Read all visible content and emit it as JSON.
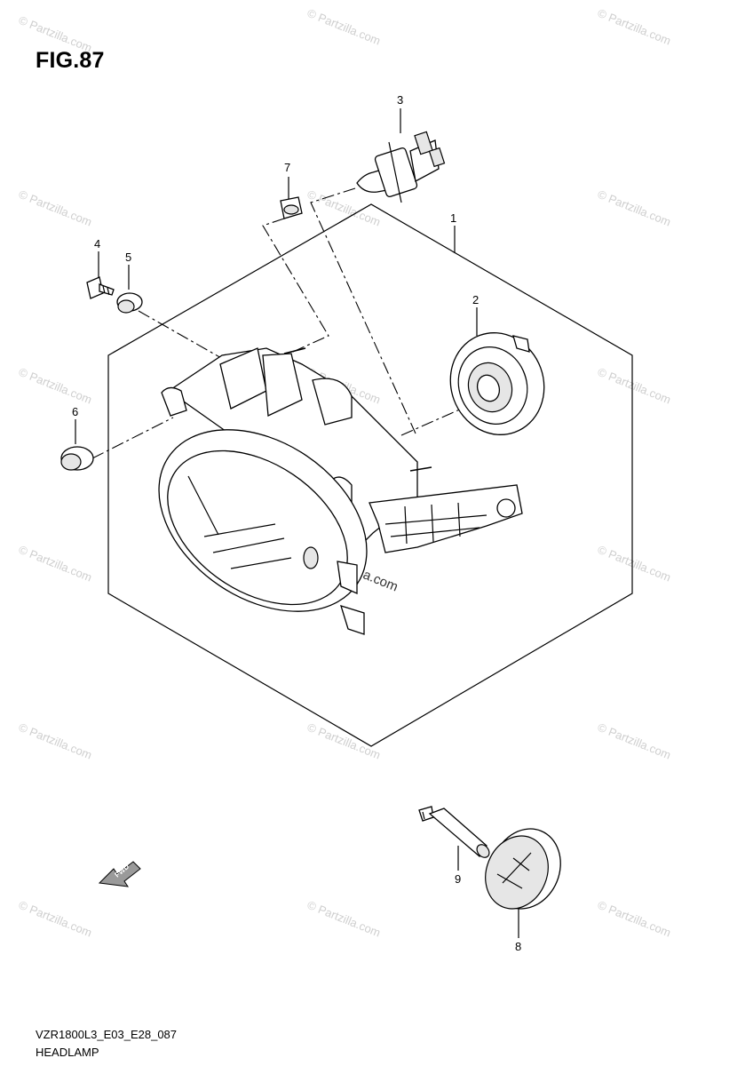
{
  "figure": {
    "title": "FIG.87"
  },
  "callouts": [
    {
      "id": "1",
      "label": "1"
    },
    {
      "id": "2",
      "label": "2"
    },
    {
      "id": "3",
      "label": "3"
    },
    {
      "id": "4",
      "label": "4"
    },
    {
      "id": "5",
      "label": "5"
    },
    {
      "id": "6",
      "label": "6"
    },
    {
      "id": "7",
      "label": "7"
    },
    {
      "id": "8",
      "label": "8"
    },
    {
      "id": "9",
      "label": "9"
    }
  ],
  "direction_marker": {
    "text": "FWD",
    "icon": "fwd-arrow-icon"
  },
  "watermark": {
    "text": "© Partzilla.com",
    "center_text": "© Partzilla.com"
  },
  "footer": {
    "code": "VZR1800L3_E03_E28_087",
    "name": "HEADLAMP"
  }
}
